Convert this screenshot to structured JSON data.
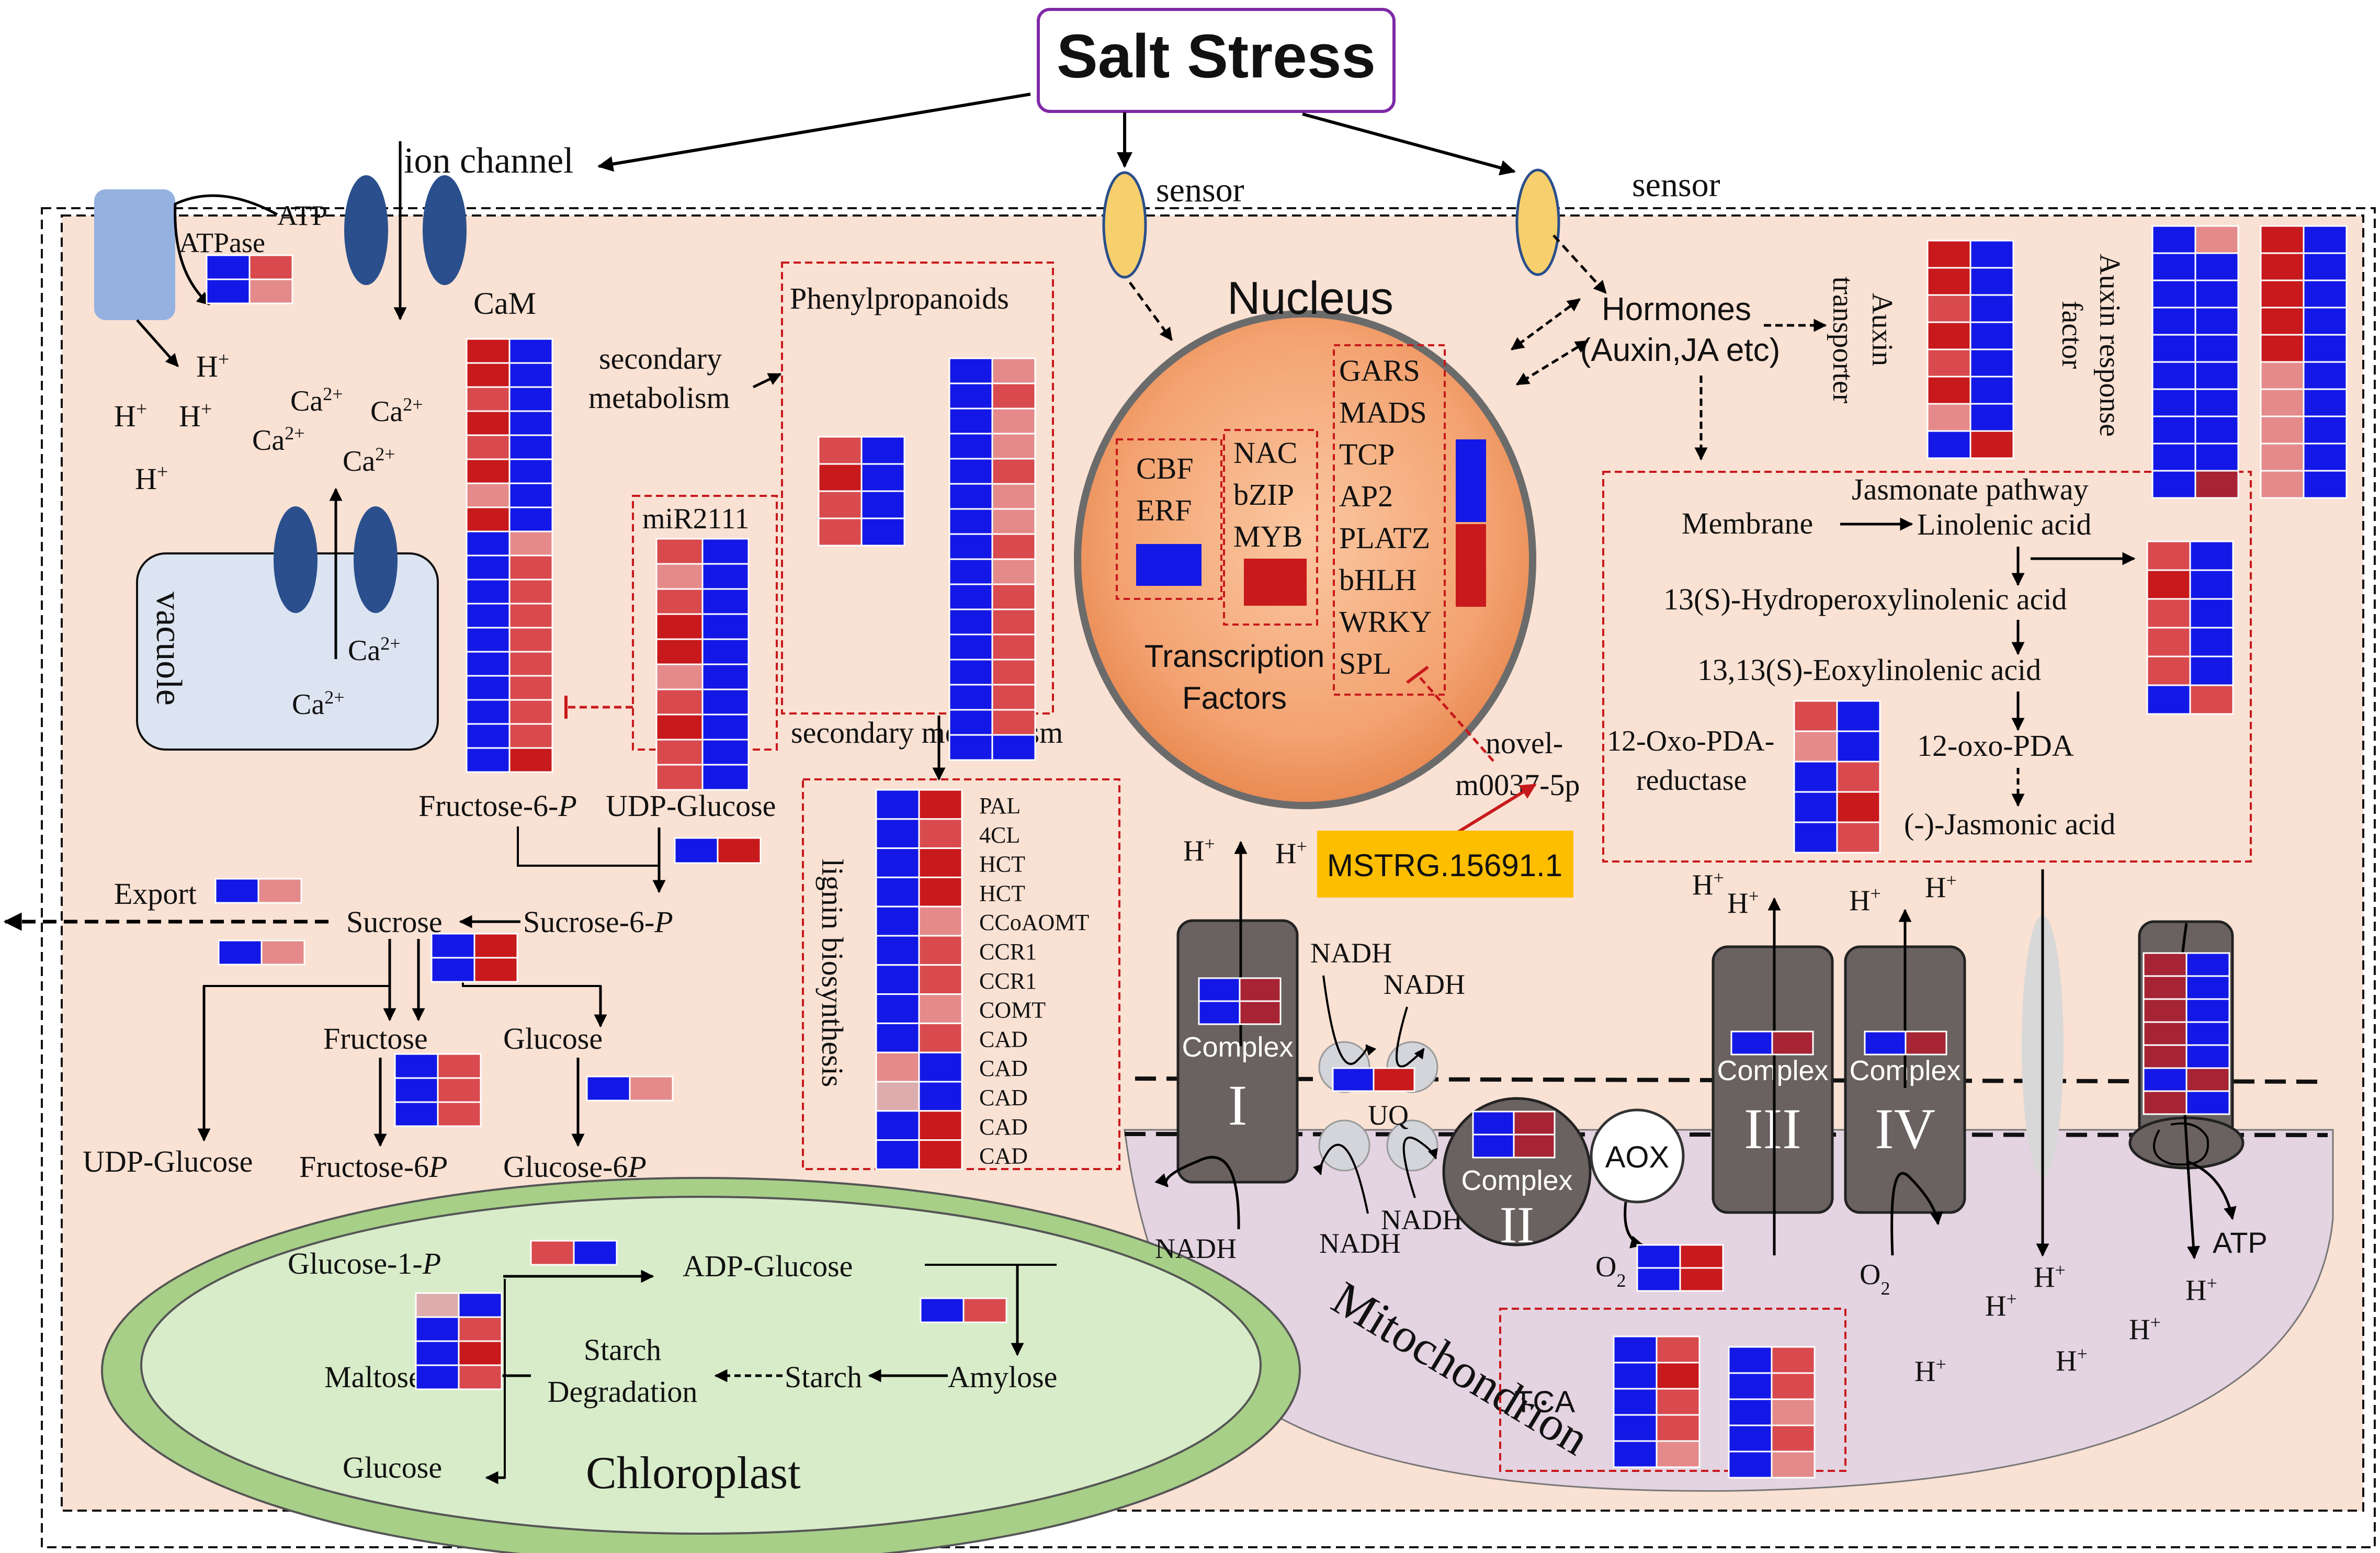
{
  "title": "Salt Stress",
  "top_labels": {
    "ion_channel": "ion channel",
    "sensor_left": "sensor",
    "sensor_right": "sensor"
  },
  "atpase": {
    "atp": "ATP",
    "atpase": "ATPase"
  },
  "ions": {
    "h": "H+",
    "ca": "Ca2+"
  },
  "cam": "CaM",
  "vacuole": "vacuole",
  "secondary_metabolism_wrapped": [
    "secondary",
    "metabolism"
  ],
  "secondary_metabolism": "secondary metabolism",
  "phenylpropanoids": "Phenylpropanoids",
  "mir": "miR2111",
  "lignin": {
    "title": "lignin biosynthesis",
    "genes": [
      "PAL",
      "4CL",
      "HCT",
      "HCT",
      "CCoAOMT",
      "CCR1",
      "CCR1",
      "COMT",
      "CAD",
      "CAD",
      "CAD",
      "CAD",
      "CAD"
    ]
  },
  "sugar": {
    "f6p": "Fructose-6-",
    "udpg_top": "UDP-Glucose",
    "export": "Export",
    "sucrose": "Sucrose",
    "s6p": "Sucrose-6-",
    "fructose": "Fructose",
    "glucose": "Glucose",
    "udpg_bottom": "UDP-Glucose",
    "fructose6p": "Fructose-6",
    "glucose6p": "Glucose-6",
    "p": "P"
  },
  "chloroplast": {
    "name": "Chloroplast",
    "g1p": "Glucose-1-",
    "adpg": "ADP-Glucose",
    "maltose": "Maltose",
    "starch_deg": [
      "Starch",
      "Degradation"
    ],
    "starch": "Starch",
    "amylose": "Amylose",
    "glucose": "Glucose"
  },
  "nucleus": {
    "name": "Nucleus",
    "group1": [
      "CBF",
      "ERF"
    ],
    "group2": [
      "NAC",
      "bZIP",
      "MYB"
    ],
    "group3": [
      "GARS",
      "MADS",
      "TCP",
      "AP2",
      "PLATZ",
      "bHLH",
      "WRKY",
      "SPL"
    ],
    "tf_label": [
      "Transcription",
      "Factors"
    ]
  },
  "novel": [
    "novel-",
    "m0037-5p"
  ],
  "mstrg": "MSTRG.15691.1",
  "hormones": {
    "title": "Hormones",
    "sub": "(Auxin,JA etc)"
  },
  "auxin_transporter": [
    "Auxin",
    "transporter"
  ],
  "auxin_response": [
    "Auxin response",
    "factor"
  ],
  "jasmonate": {
    "title": "Jasmonate pathway",
    "membrane": "Membrane",
    "linolenic": "Linolenic acid",
    "hydroperoxy": "13(S)-Hydroperoxylinolenic acid",
    "epoxy": "13,13(S)-Eoxylinolenic acid",
    "opda_reductase": [
      "12-Oxo-PDA-",
      "reductase"
    ],
    "opda": "12-oxo-PDA",
    "ja": "(-)-Jasmonic acid"
  },
  "mito": {
    "name": "Mitochondrion",
    "complex": "Complex",
    "c1": "I",
    "c2": "II",
    "c3": "III",
    "c4": "IV",
    "nadh": "NADH",
    "uq": "UQ",
    "aox": "AOX",
    "o2": "O",
    "atp": "ATP",
    "tca": "TCA"
  },
  "colors": {
    "red": "#c8191c",
    "blue": "#1418e6",
    "cytoplasm": "#f9e1d3",
    "vacuole": "#dce4f2",
    "chloroplast": "#d8ecc9",
    "mito": "#e4d3e0",
    "nucleus": "#f4a77a"
  }
}
